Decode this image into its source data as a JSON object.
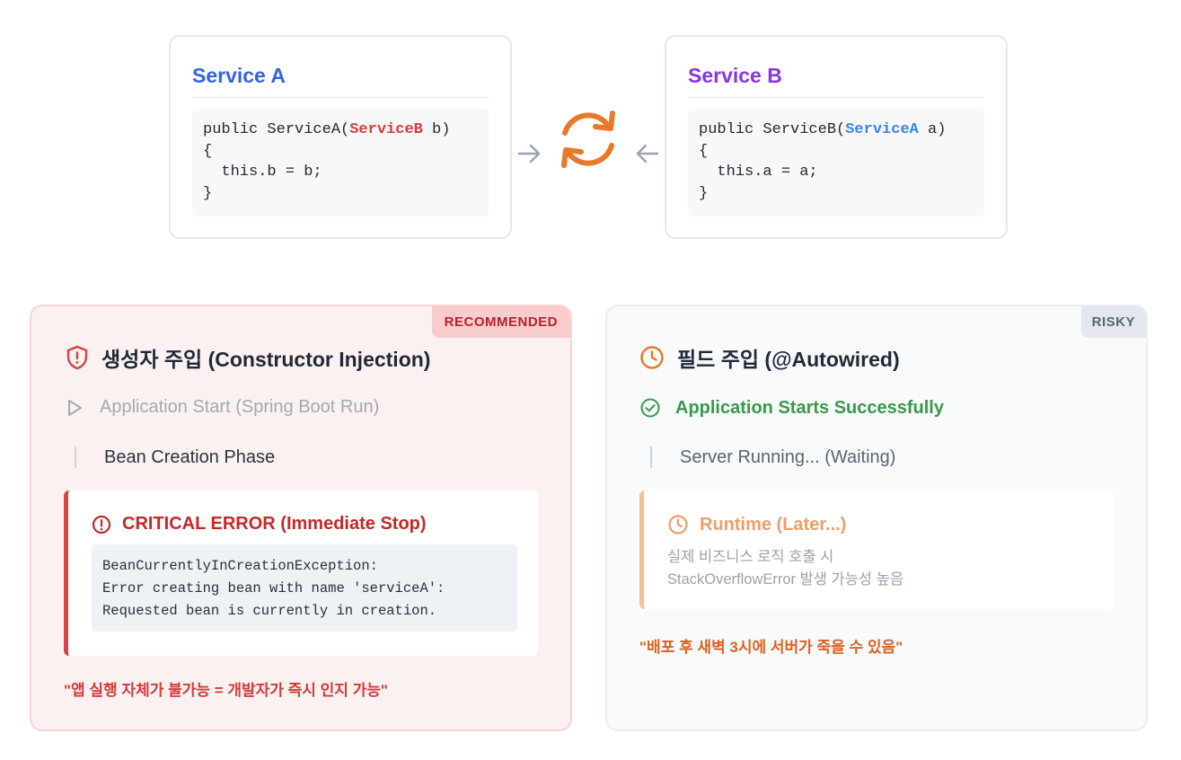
{
  "service_a": {
    "title": "Service A",
    "title_color": "#3366e0",
    "code_pre": "public ServiceA(",
    "code_type": "ServiceB",
    "code_post": " b)\n{\n  this.b = b;\n}",
    "type_color": "#d93a3a"
  },
  "service_b": {
    "title": "Service B",
    "title_color": "#8a35e0",
    "code_pre": "public ServiceB(",
    "code_type": "ServiceA",
    "code_post": " a)\n{\n  this.a = a;\n}",
    "type_color": "#3d84e8"
  },
  "cycle": {
    "icon": "refresh-cycle-icon",
    "color": "#e9792a",
    "arrow_color": "#9aa3b2"
  },
  "left_panel": {
    "badge": "RECOMMENDED",
    "title": "생성자 주입 (Constructor Injection)",
    "step1": "Application Start (Spring Boot Run)",
    "step2": "Bean Creation Phase",
    "error_title": "CRITICAL ERROR (Immediate Stop)",
    "error_lines": [
      "BeanCurrentlyInCreationException:",
      "Error creating bean with name 'serviceA':",
      "Requested bean is currently in creation."
    ],
    "quote": "\"앱 실행 자체가 불가능 = 개발자가 즉시 인지 가능\""
  },
  "right_panel": {
    "badge": "RISKY",
    "title": "필드 주입 (@Autowired)",
    "step1": "Application Starts Successfully",
    "step2": "Server Running... (Waiting)",
    "runtime_title": "Runtime (Later...)",
    "runtime_lines": [
      "실제 비즈니스 로직 호출 시",
      "StackOverflowError 발생 가능성 높음"
    ],
    "quote": "\"배포 후 새벽 3시에 서버가 죽을 수 있음\""
  }
}
